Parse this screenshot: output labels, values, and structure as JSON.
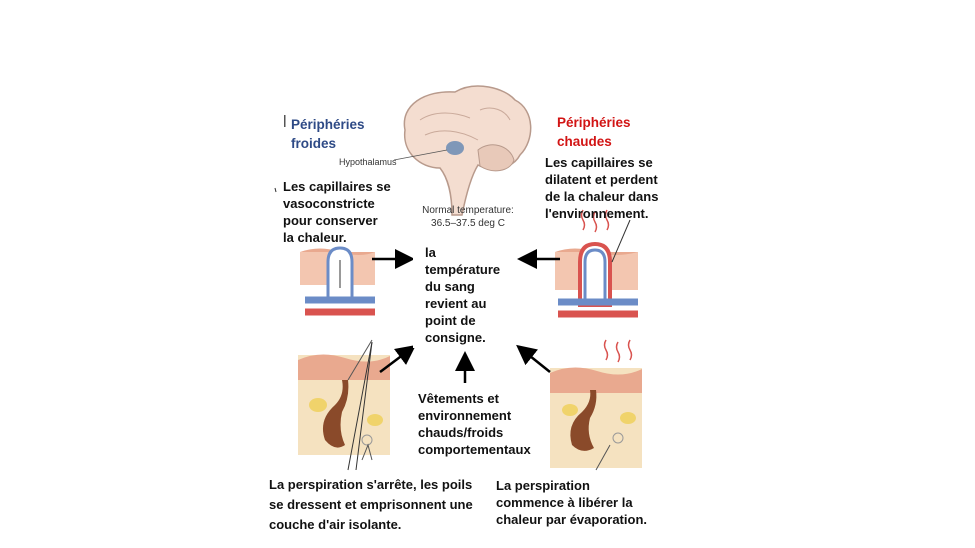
{
  "diagram": {
    "cold_title": "Périphéries\nfroides",
    "warm_title": "Périphéries\nchaudes",
    "hypothalamus_label": "Hypothalamus",
    "normal_temperature": "Normal temperature:\n36.5–37.5 deg C",
    "cold_capillaries": "Les capillaires se\nvasoconstricte\npour conserver\nla chaleur.",
    "warm_capillaries": "Les capillaires se\ndilatent et perdent\nde la chaleur dans\nl'environnement.",
    "center": "la\ntempérature\ndu sang\nrevient au\npoint de\nconsigne.",
    "clothing": "Vêtements et\nenvironnement\nchauds/froids\ncomportementaux",
    "cold_perspiration": "La perspiration s'arrête, les poils\nse dressent et emprisonnent une\ncouche d'air isolante.",
    "warm_perspiration": "La perspiration\ncommence à libérer la\nchaleur par évaporation.",
    "colors": {
      "cold_title": "#2e4a86",
      "warm_title": "#d21414",
      "skin": "#f3c6b0",
      "fat": "#f5e2c0",
      "artery": "#d9534f",
      "vein": "#6b8cc7"
    }
  }
}
